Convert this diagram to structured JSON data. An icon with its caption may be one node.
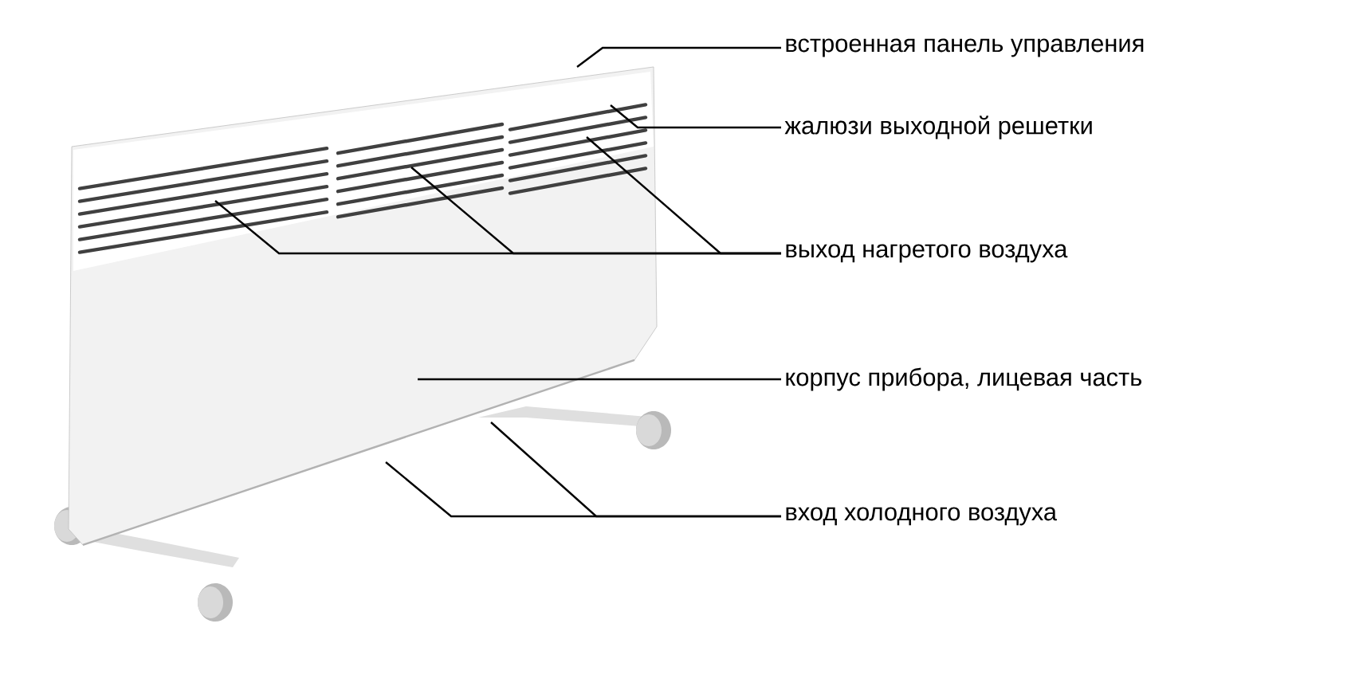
{
  "diagram": {
    "nodes": [
      {
        "text": [
          "встроенная панель управления"
        ]
      },
      {
        "text": [
          "жалюзи выходной решетки"
        ]
      },
      {
        "text": [
          "выход нагретого воздуха"
        ]
      },
      {
        "text": [
          "корпус прибора, лицевая часть"
        ]
      },
      {
        "text": [
          "вход холодного воздуха"
        ]
      }
    ],
    "edges": [
      {
        "from": 0,
        "to": null,
        "arrow": "none"
      },
      {
        "from": 1,
        "to": null,
        "arrow": "none"
      },
      {
        "from": 2,
        "to": null,
        "arrow": "none"
      },
      {
        "from": 2,
        "to": null,
        "arrow": "none"
      },
      {
        "from": 2,
        "to": null,
        "arrow": "none"
      },
      {
        "from": 3,
        "to": null,
        "arrow": "none"
      },
      {
        "from": 4,
        "to": null,
        "arrow": "none"
      },
      {
        "from": 4,
        "to": null,
        "arrow": "none"
      }
    ]
  }
}
